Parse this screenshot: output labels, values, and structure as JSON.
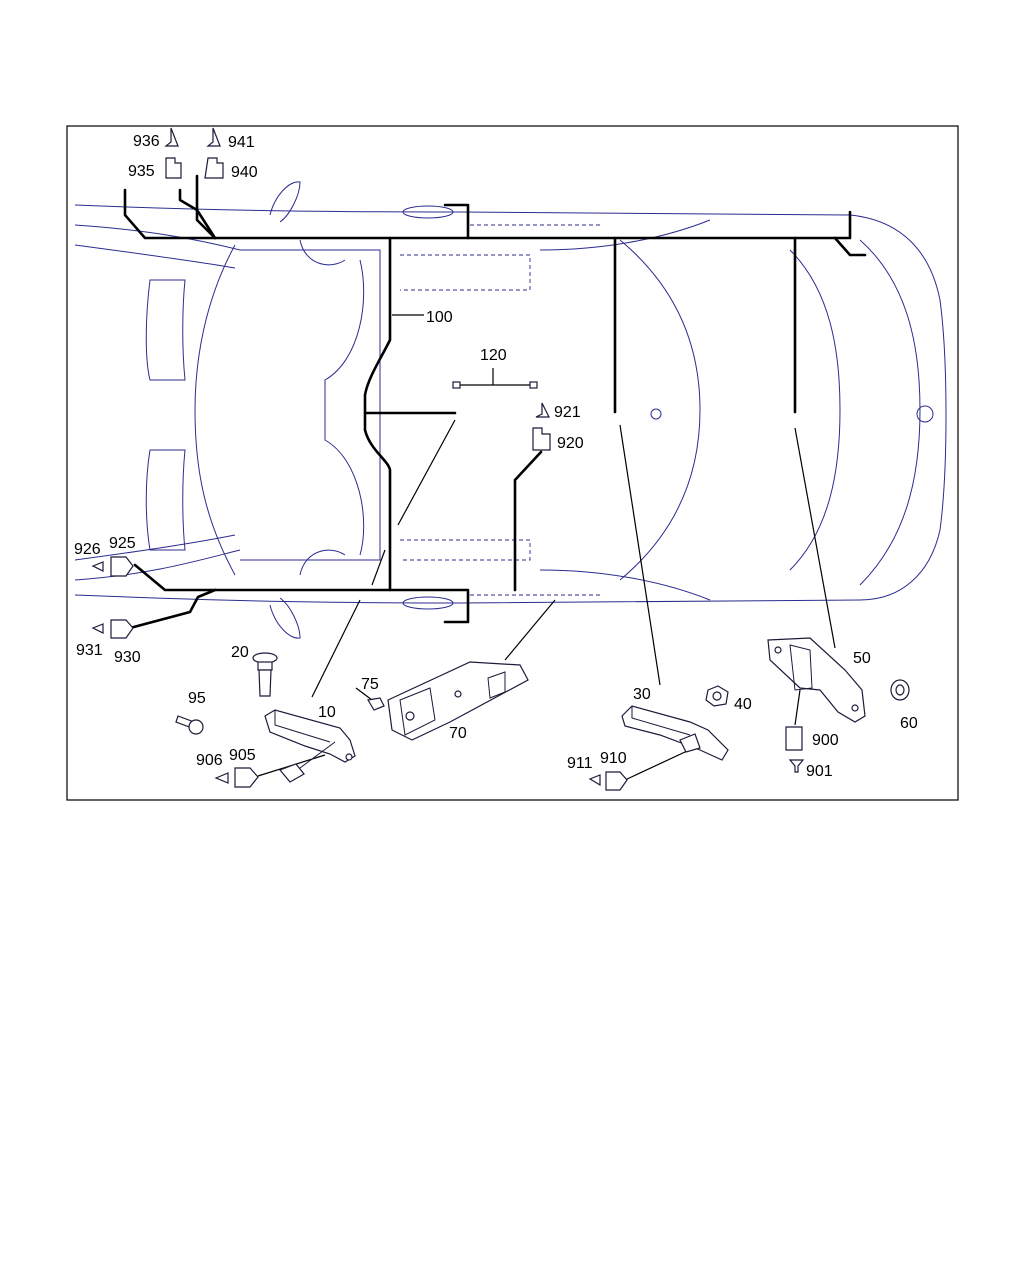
{
  "diagram": {
    "callouts": {
      "p936": "936",
      "p941": "941",
      "p935": "935",
      "p940": "940",
      "p100": "100",
      "p120": "120",
      "p921": "921",
      "p920": "920",
      "p926": "926",
      "p925": "925",
      "p931": "931",
      "p930": "930",
      "p20": "20",
      "p95": "95",
      "p10": "10",
      "p75": "75",
      "p70": "70",
      "p906": "906",
      "p905": "905",
      "p30": "30",
      "p40": "40",
      "p911": "911",
      "p910": "910",
      "p50": "50",
      "p900": "900",
      "p901": "901",
      "p60": "60"
    },
    "colors": {
      "body_outline": "#2b2d8f",
      "harness": "#000000",
      "frame": "#000000"
    }
  }
}
